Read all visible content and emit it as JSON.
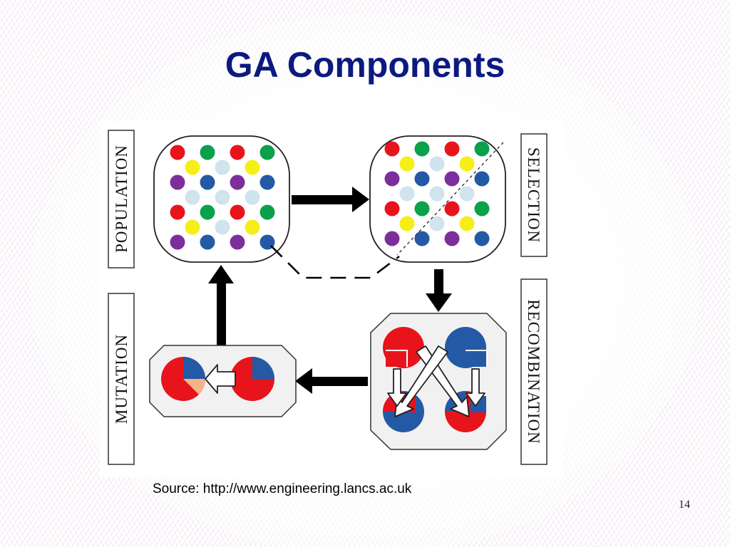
{
  "slide": {
    "title": "GA Components",
    "source": "Source: http://www.engineering.lancs.ac.uk",
    "page_number": "14"
  },
  "diagram": {
    "labels": {
      "population": "POPULATION",
      "selection": "SELECTION",
      "recombination": "RECOMBINATION",
      "mutation": "MUTATION"
    },
    "colors": {
      "red": "#e8141c",
      "green": "#0aa14b",
      "yellow": "#f6ee17",
      "light_blue": "#cfe4ec",
      "purple": "#7c2f9b",
      "blue": "#2459a6",
      "peach": "#f5b389"
    },
    "population_grid": [
      [
        "red",
        "green",
        "red",
        "green"
      ],
      [
        "yellow",
        "light_blue",
        "yellow"
      ],
      [
        "purple",
        "blue",
        "purple",
        "blue"
      ],
      [
        "light_blue",
        "light_blue",
        "light_blue"
      ],
      [
        "red",
        "green",
        "red",
        "green"
      ],
      [
        "yellow",
        "light_blue",
        "yellow"
      ],
      [
        "purple",
        "blue",
        "purple",
        "blue"
      ]
    ]
  }
}
